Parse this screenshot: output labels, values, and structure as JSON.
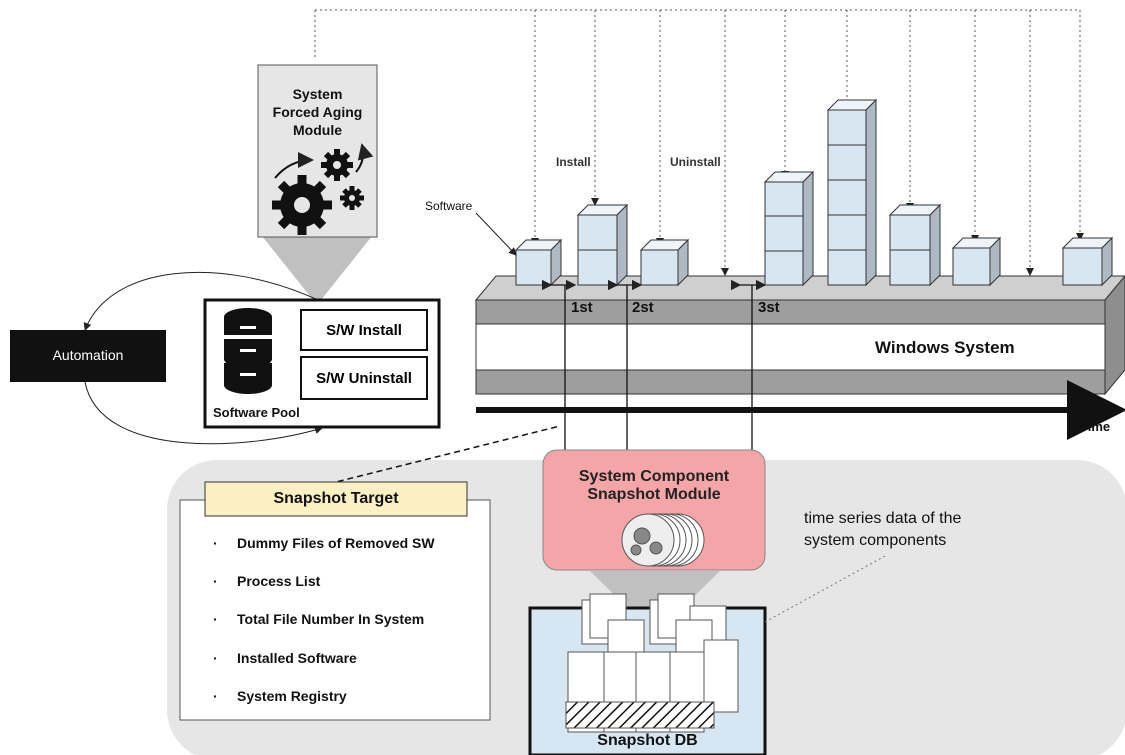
{
  "aging_module": {
    "line1": "System",
    "line2": "Forced Aging",
    "line3": "Module"
  },
  "automation": {
    "label": "Automation"
  },
  "software_pool": {
    "label": "Software Pool",
    "install_button": "S/W Install",
    "uninstall_button": "S/W Uninstall"
  },
  "timeline": {
    "software_label": "Software",
    "install_label": "Install",
    "uninstall_label": "Uninstall",
    "marker_1": "1st",
    "marker_2": "2st",
    "marker_3": "3st",
    "system_label": "Windows System",
    "time_label": "Time"
  },
  "snapshot_target": {
    "title": "Snapshot Target",
    "items": [
      "Dummy Files of Removed SW",
      "Process List",
      "Total File Number In System",
      "Installed Software",
      "System Registry"
    ]
  },
  "snapshot_module": {
    "line1": "System Component",
    "line2": "Snapshot Module"
  },
  "time_series_note": {
    "line1": "time series data of the",
    "line2": "system components"
  },
  "snapshot_db": {
    "label": "Snapshot DB"
  },
  "colors": {
    "block_fill": "#d8e6f2",
    "module_fill": "#f4a5a8",
    "target_title_fill": "#fbefc4",
    "gray_panel": "#e6e6e6",
    "black_box": "#111111"
  }
}
